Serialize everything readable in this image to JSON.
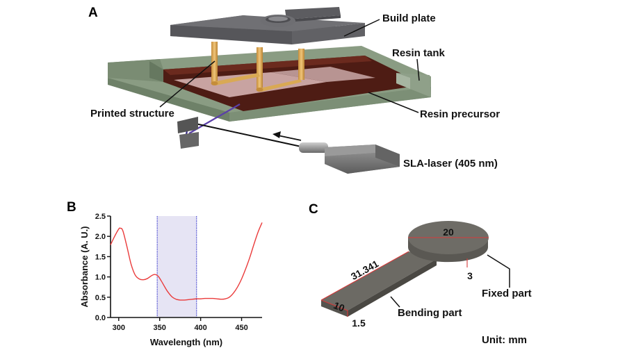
{
  "panels": {
    "a": {
      "letter": "A",
      "labels": {
        "build_plate": "Build plate",
        "resin_tank": "Resin tank",
        "printed_structure": "Printed structure",
        "resin_precursor": "Resin precursor",
        "laser": "SLA-laser (405 nm)"
      },
      "colors": {
        "build_plate": "#5f5f62",
        "resin_tank": "#7f9179",
        "resin": "#4e1c14",
        "printed_structure": "#d9a954",
        "laser_beam": "#5a3fa8"
      }
    },
    "b": {
      "letter": "B"
    },
    "c": {
      "letter": "C",
      "dimensions": {
        "disk_diameter": "20",
        "disk_thickness": "3",
        "beam_length": "31.341",
        "beam_width": "10",
        "beam_thickness": "1.5"
      },
      "labels": {
        "fixed_part": "Fixed part",
        "bending_part": "Bending part",
        "unit": "Unit: mm"
      },
      "colors": {
        "part": "#66645e",
        "dimension_line": "#d63a3a"
      }
    }
  },
  "chart_data": {
    "type": "line",
    "title": "",
    "xlabel": "Wavelength (nm)",
    "ylabel": "Absorbance (A. U.)",
    "xlim": [
      290,
      475
    ],
    "ylim": [
      0,
      2.5
    ],
    "xticks": [
      300,
      350,
      400,
      450
    ],
    "yticks": [
      "0.0",
      "0.5",
      "1.0",
      "1.5",
      "2.0",
      "2.5"
    ],
    "grid": false,
    "shaded_region": {
      "x_start": 347,
      "x_end": 395,
      "color": "#e6e4f4",
      "edge_color": "#4a4ad0"
    },
    "series": [
      {
        "name": "Absorbance",
        "color": "#ea3b3b",
        "x": [
          290,
          295,
          300,
          302,
          305,
          310,
          315,
          320,
          325,
          330,
          335,
          340,
          344,
          348,
          352,
          356,
          360,
          365,
          370,
          375,
          380,
          385,
          390,
          395,
          400,
          405,
          410,
          415,
          420,
          425,
          430,
          435,
          440,
          445,
          450,
          455,
          460,
          465,
          470,
          475
        ],
        "y": [
          1.79,
          2.0,
          2.18,
          2.2,
          2.14,
          1.75,
          1.32,
          1.05,
          0.95,
          0.93,
          0.96,
          1.03,
          1.06,
          1.02,
          0.9,
          0.76,
          0.63,
          0.51,
          0.45,
          0.43,
          0.43,
          0.44,
          0.45,
          0.46,
          0.46,
          0.47,
          0.47,
          0.47,
          0.46,
          0.45,
          0.46,
          0.5,
          0.6,
          0.75,
          0.95,
          1.2,
          1.48,
          1.8,
          2.1,
          2.34
        ]
      }
    ]
  }
}
